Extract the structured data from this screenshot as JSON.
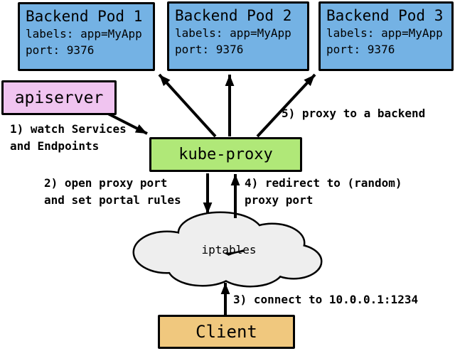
{
  "diagram": {
    "pods": [
      {
        "title": "Backend Pod 1",
        "labels": "labels: app=MyApp",
        "port": "port: 9376"
      },
      {
        "title": "Backend Pod 2",
        "labels": "labels: app=MyApp",
        "port": "port: 9376"
      },
      {
        "title": "Backend Pod 3",
        "labels": "labels: app=MyApp",
        "port": "port: 9376"
      }
    ],
    "apiserver": {
      "label": "apiserver"
    },
    "kube_proxy": {
      "label": "kube-proxy"
    },
    "iptables": {
      "label": "iptables"
    },
    "client": {
      "label": "Client"
    },
    "steps": [
      {
        "text": "1) watch Services\nand Endpoints"
      },
      {
        "text": "2) open proxy port\nand set portal rules"
      },
      {
        "text": "3) connect to 10.0.0.1:1234"
      },
      {
        "text": "4) redirect to (random)\nproxy port"
      },
      {
        "text": "5) proxy to a backend"
      }
    ],
    "colors": {
      "pod_fill": "#74b2e4",
      "apiserver_fill": "#f0c4f0",
      "kube_proxy_fill": "#b0e878",
      "client_fill": "#f0c87e",
      "cloud_fill": "#eeeeee",
      "stroke": "#000000"
    }
  }
}
